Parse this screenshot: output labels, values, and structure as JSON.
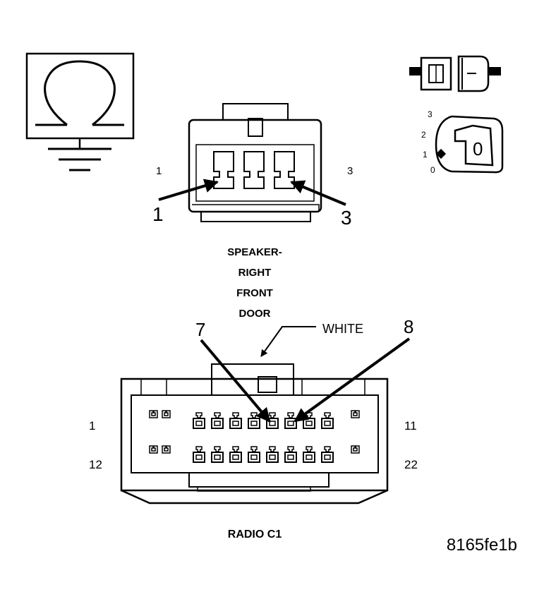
{
  "speaker": {
    "pin_left": "1",
    "pin_right": "3",
    "callout_left": "1",
    "callout_right": "3",
    "title_lines": [
      "SPEAKER-",
      "RIGHT",
      "FRONT",
      "DOOR"
    ]
  },
  "ignition": {
    "positions": [
      "3",
      "2",
      "1",
      "0"
    ],
    "key_label": "0"
  },
  "radio": {
    "color_label": "WHITE",
    "callout_7": "7",
    "callout_8": "8",
    "row1_left": "1",
    "row1_right": "11",
    "row2_left": "12",
    "row2_right": "22",
    "title": "RADIO C1"
  },
  "figure_id": "8165fe1b",
  "colors": {
    "ink": "#000000",
    "paper": "#ffffff"
  },
  "icons": [
    "ohmmeter-ground-icon",
    "connector-disconnected-icon",
    "ignition-key-off-icon"
  ]
}
